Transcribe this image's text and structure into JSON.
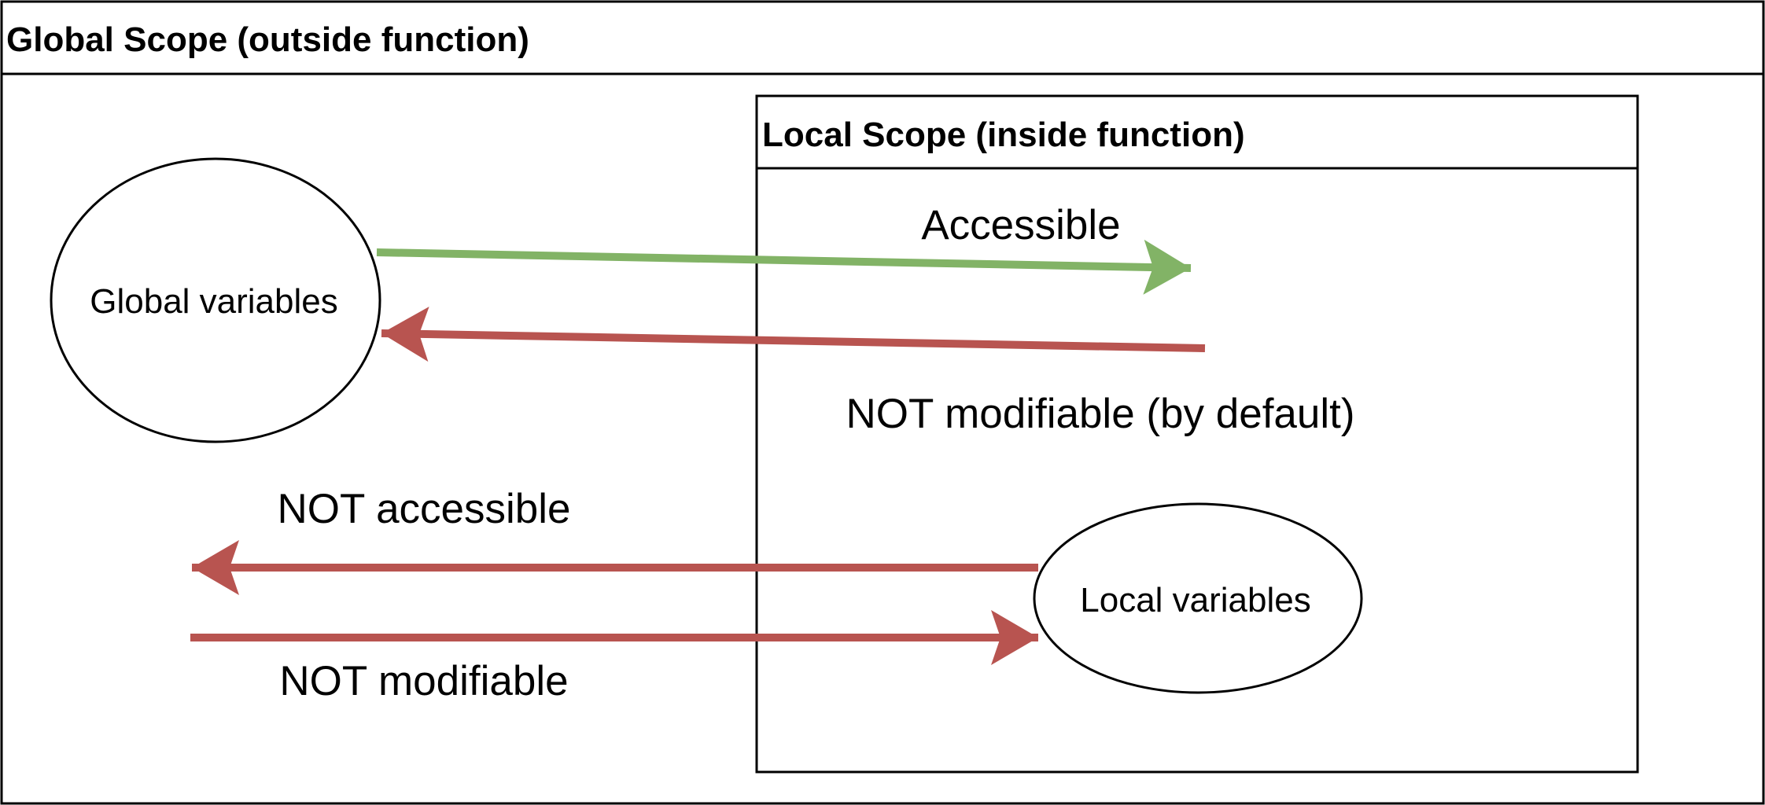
{
  "global_scope": {
    "title": "Global Scope (outside function)"
  },
  "local_scope": {
    "title": "Local Scope (inside function)"
  },
  "nodes": {
    "global_variables": "Global variables",
    "local_variables": "Local variables"
  },
  "edges": {
    "accessible": "Accessible",
    "not_modifiable_by_default": "NOT modifiable (by default)",
    "not_accessible": "NOT accessible",
    "not_modifiable": "NOT modifiable"
  },
  "colors": {
    "green_arrow": "#82b366",
    "red_arrow": "#b85450",
    "stroke": "#000000",
    "background": "#ffffff"
  }
}
